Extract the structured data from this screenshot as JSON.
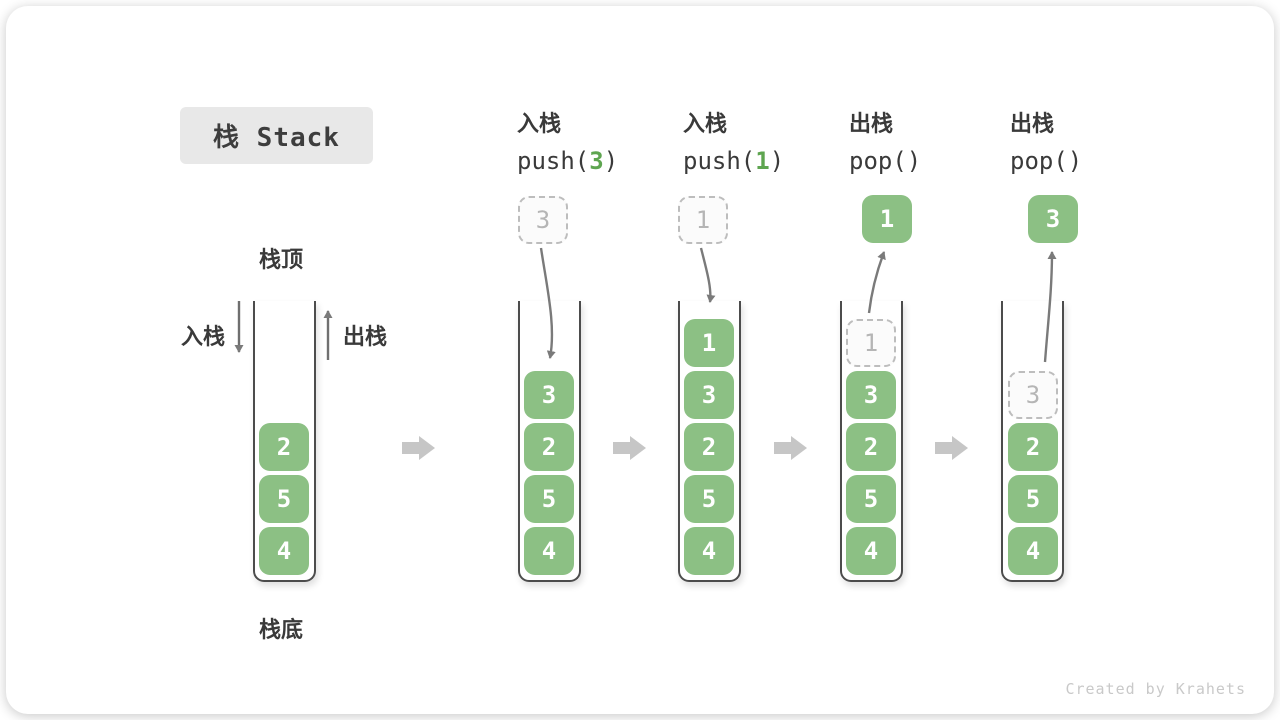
{
  "title": {
    "text": "栈 Stack"
  },
  "labels": {
    "stack_top": "栈顶",
    "stack_bottom": "栈底",
    "push_side": "入栈",
    "pop_side": "出栈"
  },
  "operations": [
    {
      "name": "入栈",
      "code_pre": "push(",
      "arg": "3",
      "code_post": ")"
    },
    {
      "name": "入栈",
      "code_pre": "push(",
      "arg": "1",
      "code_post": ")"
    },
    {
      "name": "出栈",
      "code_pre": "pop(",
      "arg": "",
      "code_post": ")"
    },
    {
      "name": "出栈",
      "code_pre": "pop(",
      "arg": "",
      "code_post": ")"
    }
  ],
  "floating_values": {
    "push3": "3",
    "push1": "1",
    "pop1": "1",
    "pop3": "3"
  },
  "stacks": {
    "s1": {
      "cells": [
        "2",
        "5",
        "4"
      ]
    },
    "s2": {
      "cells": [
        "3",
        "2",
        "5",
        "4"
      ]
    },
    "s3": {
      "cells": [
        "1",
        "3",
        "2",
        "5",
        "4"
      ]
    },
    "s4": {
      "ghost": "1",
      "cells": [
        "3",
        "2",
        "5",
        "4"
      ]
    },
    "s5": {
      "ghost": "3",
      "cells": [
        "2",
        "5",
        "4"
      ]
    }
  },
  "watermark": "Created by Krahets",
  "colors": {
    "cell_green": "#8cc084",
    "code_arg_green": "#5ea550",
    "curved_arrow_grey": "#7a7a7a",
    "block_arrow_grey": "#c6c6c6",
    "ghost_grey": "#bdbdbd",
    "tube_border": "#4c4c4c",
    "text_dark": "#3a3a3a",
    "title_bg": "#e8e8e8",
    "watermark_grey": "#c9c9c9"
  }
}
